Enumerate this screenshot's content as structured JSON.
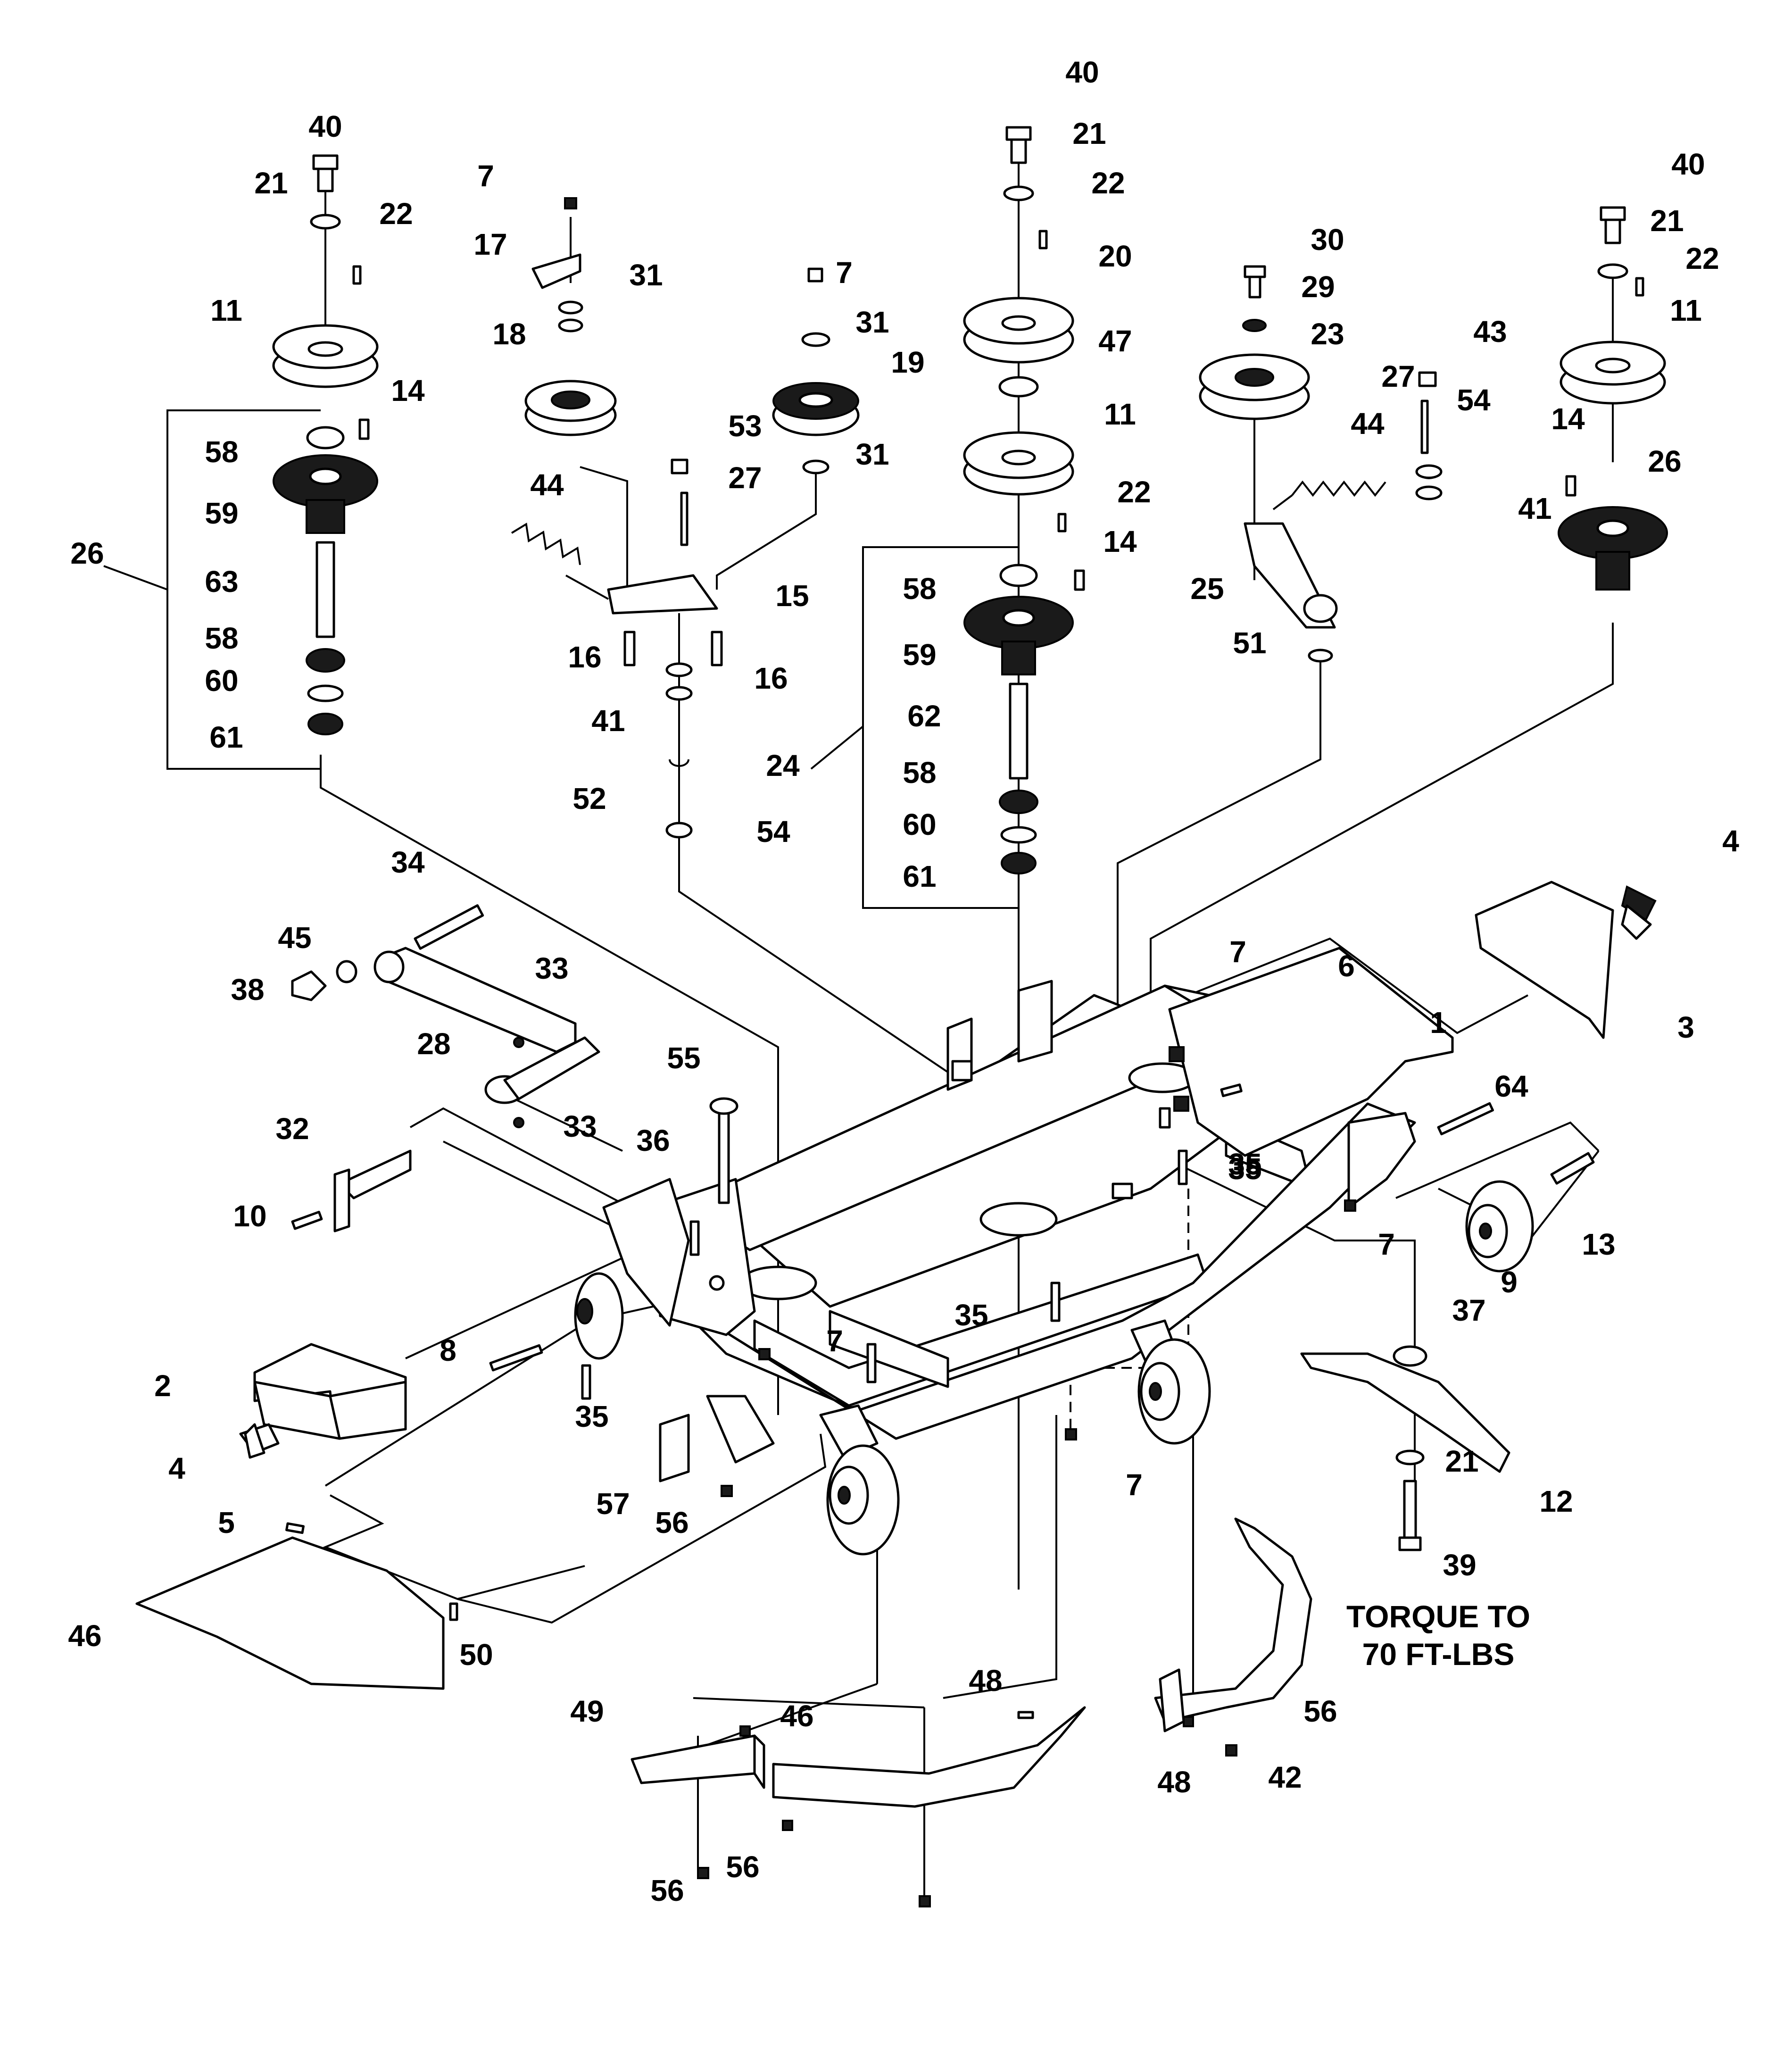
{
  "callouts": [
    "40",
    "21",
    "22",
    "11",
    "14",
    "58",
    "59",
    "26",
    "63",
    "58",
    "60",
    "61",
    "7",
    "17",
    "31",
    "18",
    "44",
    "16",
    "41",
    "52",
    "54",
    "15",
    "27",
    "53",
    "7",
    "31",
    "19",
    "31",
    "16",
    "24",
    "40",
    "21",
    "22",
    "20",
    "47",
    "11",
    "22",
    "58",
    "14",
    "59",
    "62",
    "58",
    "60",
    "61",
    "30",
    "29",
    "23",
    "27",
    "54",
    "43",
    "44",
    "41",
    "25",
    "51",
    "40",
    "21",
    "22",
    "11",
    "14",
    "26",
    "4",
    "3",
    "1",
    "6",
    "7",
    "35",
    "64",
    "13",
    "9",
    "7",
    "37",
    "12",
    "21",
    "39",
    "34",
    "45",
    "38",
    "28",
    "33",
    "33",
    "32",
    "10",
    "55",
    "36",
    "35",
    "8",
    "7",
    "2",
    "4",
    "35",
    "57",
    "56",
    "7",
    "35",
    "35",
    "5",
    "50",
    "46",
    "56",
    "48",
    "42",
    "46",
    "49",
    "48",
    "56",
    "56"
  ],
  "note": {
    "line1": "TORQUE TO",
    "line2": "70 FT-LBS"
  },
  "colors": {
    "ink": "#000000",
    "paper": "#ffffff"
  }
}
